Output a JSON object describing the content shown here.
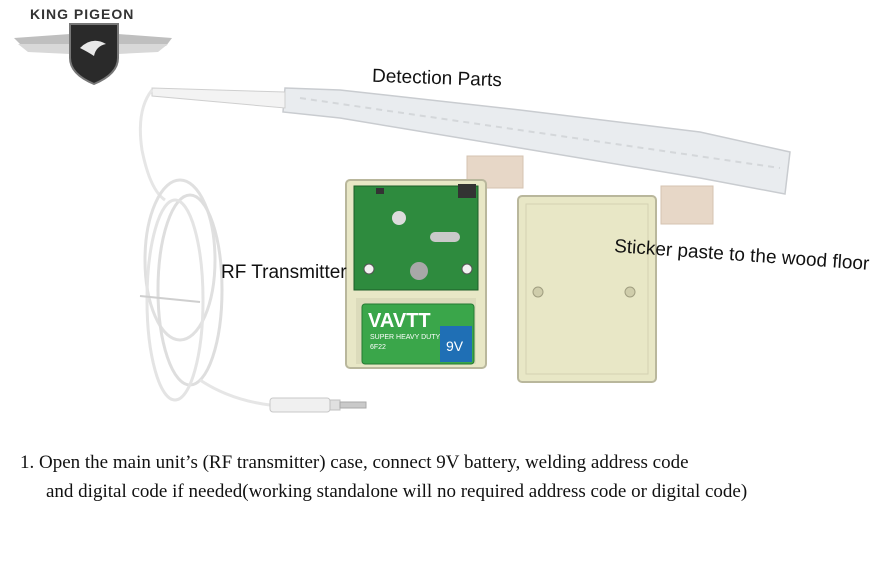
{
  "brand": {
    "name": "KING PIGEON"
  },
  "labels": {
    "detection": "Detection Parts",
    "rf": "RF Transmitter",
    "sticker": "Sticker paste to the wood floor"
  },
  "battery": {
    "brand": "VAVTT",
    "type": "SUPER HEAVY DUTY",
    "voltage": "9V",
    "model": "6F22"
  },
  "caption": {
    "line1": "1. Open the main unit’s (RF transmitter) case, connect 9V battery, welding address code",
    "line2": "and digital code if needed(working standalone will no required address code or digital code)"
  },
  "colors": {
    "pcb": "#2e8b3e",
    "case": "#e8e7c6",
    "battery": "#3aa64a",
    "battery_label": "#1f6fb5",
    "cable": "#f2f2f2",
    "sticker": "#e6d6c6"
  }
}
